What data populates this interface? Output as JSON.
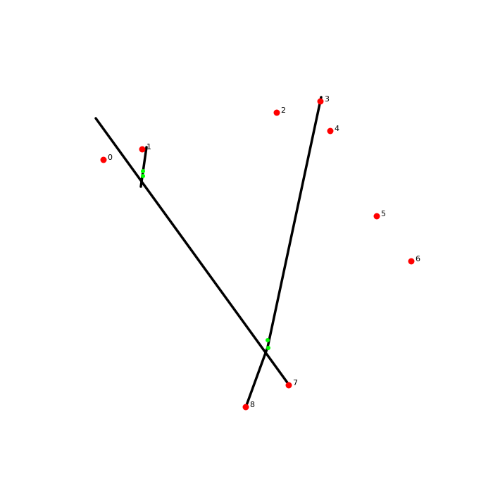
{
  "colors": {
    "background": "#ffffff",
    "line": "#000000",
    "point": "#ff0000",
    "intersection": "#00ff00",
    "label": "#000000"
  },
  "points": [
    {
      "id": "0",
      "label": "0"
    },
    {
      "id": "1",
      "label": "1"
    },
    {
      "id": "2",
      "label": "2"
    },
    {
      "id": "3",
      "label": "3"
    },
    {
      "id": "4",
      "label": "4"
    },
    {
      "id": "5",
      "label": "5"
    },
    {
      "id": "6",
      "label": "6"
    },
    {
      "id": "7",
      "label": "7"
    },
    {
      "id": "8",
      "label": "8"
    }
  ],
  "segments": [
    {
      "id": "line-a",
      "description": "long line"
    },
    {
      "id": "line-b",
      "description": "short line near point 1"
    },
    {
      "id": "line-c",
      "description": "line to point 3"
    },
    {
      "id": "line-d",
      "description": "line to point 8"
    }
  ],
  "intersections": [
    {
      "id": "x1"
    },
    {
      "id": "x2"
    },
    {
      "id": "x3"
    },
    {
      "id": "x4"
    }
  ]
}
